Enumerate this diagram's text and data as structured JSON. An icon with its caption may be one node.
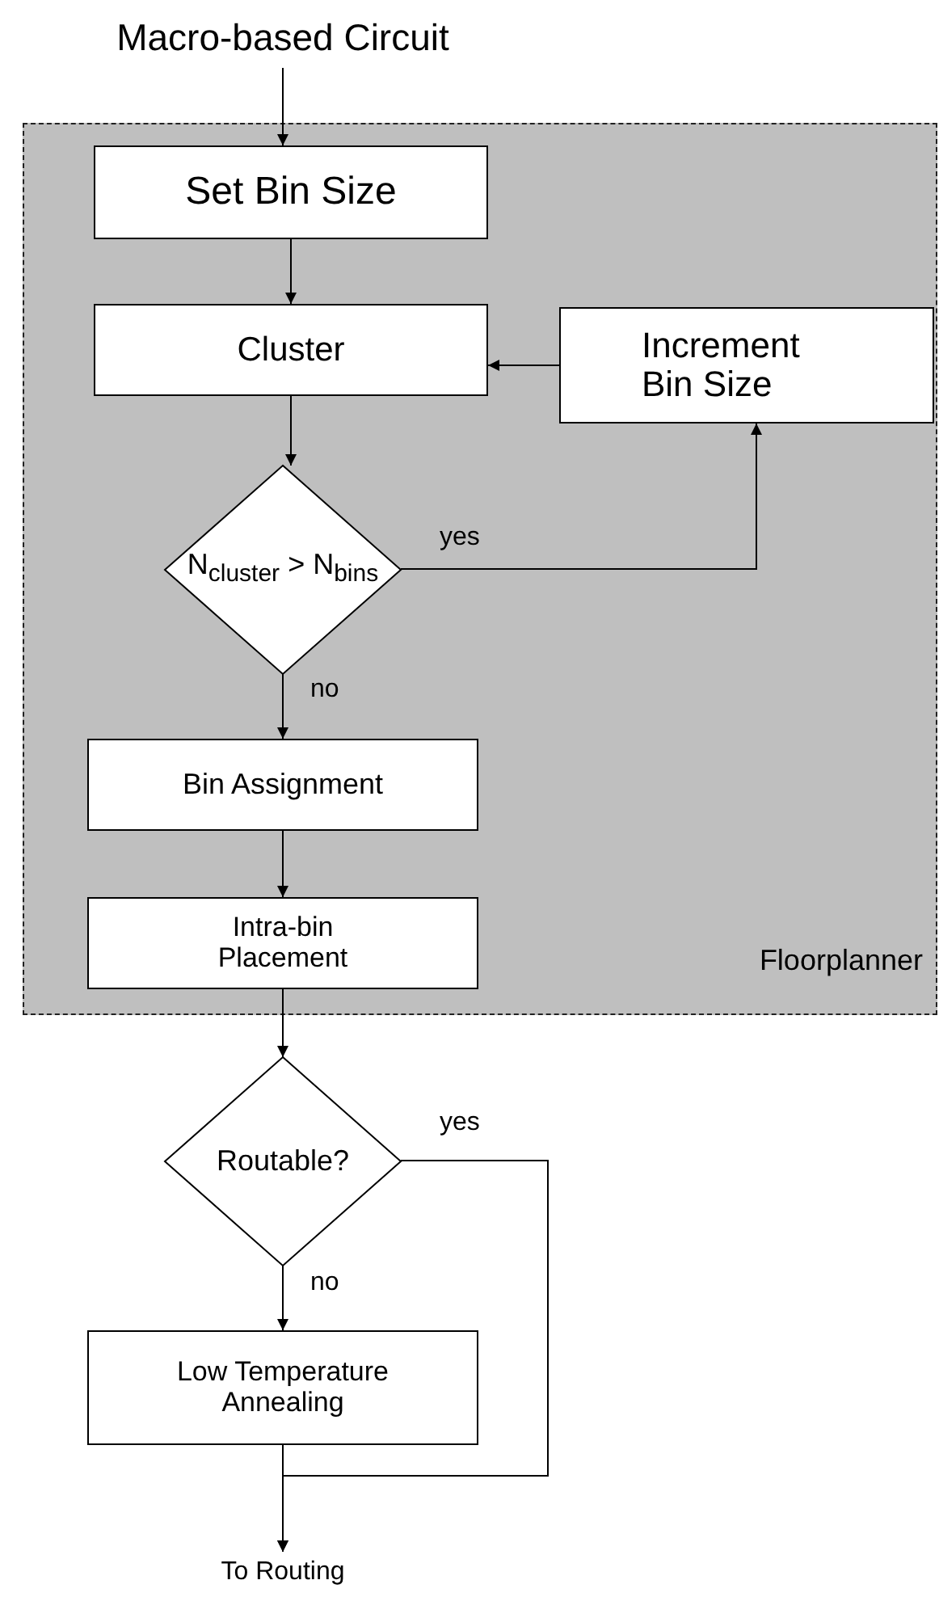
{
  "diagram": {
    "nodes": [
      {
        "text": [
          "Macro-based Circuit"
        ]
      },
      {
        "text": [
          "Floorplanner"
        ]
      },
      {
        "text": [
          "Set Bin Size"
        ],
        "in": 1
      },
      {
        "text": [
          "Cluster"
        ],
        "in": 1
      },
      {
        "text": [
          "Increment Bin Size"
        ],
        "in": 1
      },
      {
        "text": [
          "N$_{cluster}$ > N$_{bins}$"
        ],
        "in": 1
      },
      {
        "text": [
          "Bin Assignment"
        ],
        "in": 1
      },
      {
        "text": [
          "Intra-bin Placement"
        ],
        "in": 1
      },
      {
        "text": [
          "Routable?"
        ]
      },
      {
        "text": [
          "Low Temperature Annealing"
        ]
      },
      {
        "text": [
          "To Routing"
        ]
      }
    ],
    "edges": [
      {
        "from": 0,
        "to": 2,
        "arrow": "to"
      },
      {
        "from": 2,
        "to": 3,
        "arrow": "to"
      },
      {
        "from": 4,
        "to": 3,
        "arrow": "to"
      },
      {
        "from": 3,
        "to": 5,
        "arrow": "to"
      },
      {
        "from": 5,
        "to": 4,
        "arrow": "to",
        "label": "yes"
      },
      {
        "from": 5,
        "to": 6,
        "arrow": "to",
        "label": "no"
      },
      {
        "from": 6,
        "to": 7,
        "arrow": "to"
      },
      {
        "from": 7,
        "to": 8,
        "arrow": "to"
      },
      {
        "from": 8,
        "to": 9,
        "arrow": "to",
        "label": "no"
      },
      {
        "from": 8,
        "to": 10,
        "arrow": "to",
        "label": "yes"
      },
      {
        "from": 9,
        "to": 10,
        "arrow": "to"
      }
    ]
  }
}
